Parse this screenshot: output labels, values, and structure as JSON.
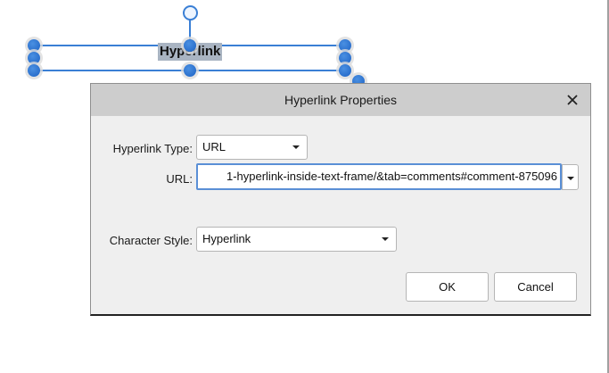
{
  "canvas": {
    "text_frame": {
      "text": "Hyperlink"
    }
  },
  "dialog": {
    "title": "Hyperlink Properties",
    "close_icon": "close-icon",
    "hyperlink_type": {
      "label": "Hyperlink Type:",
      "value": "URL"
    },
    "url": {
      "label": "URL:",
      "value": "1-hyperlink-inside-text-frame/&tab=comments#comment-875096"
    },
    "character_style": {
      "label": "Character Style:",
      "value": "Hyperlink"
    },
    "buttons": {
      "ok": "OK",
      "cancel": "Cancel"
    }
  },
  "colors": {
    "selection_blue": "#3a7fd5",
    "titlebar_bg": "#cdcdcd",
    "dialog_bg": "#efefef",
    "focus_border": "#5a8fd6"
  }
}
